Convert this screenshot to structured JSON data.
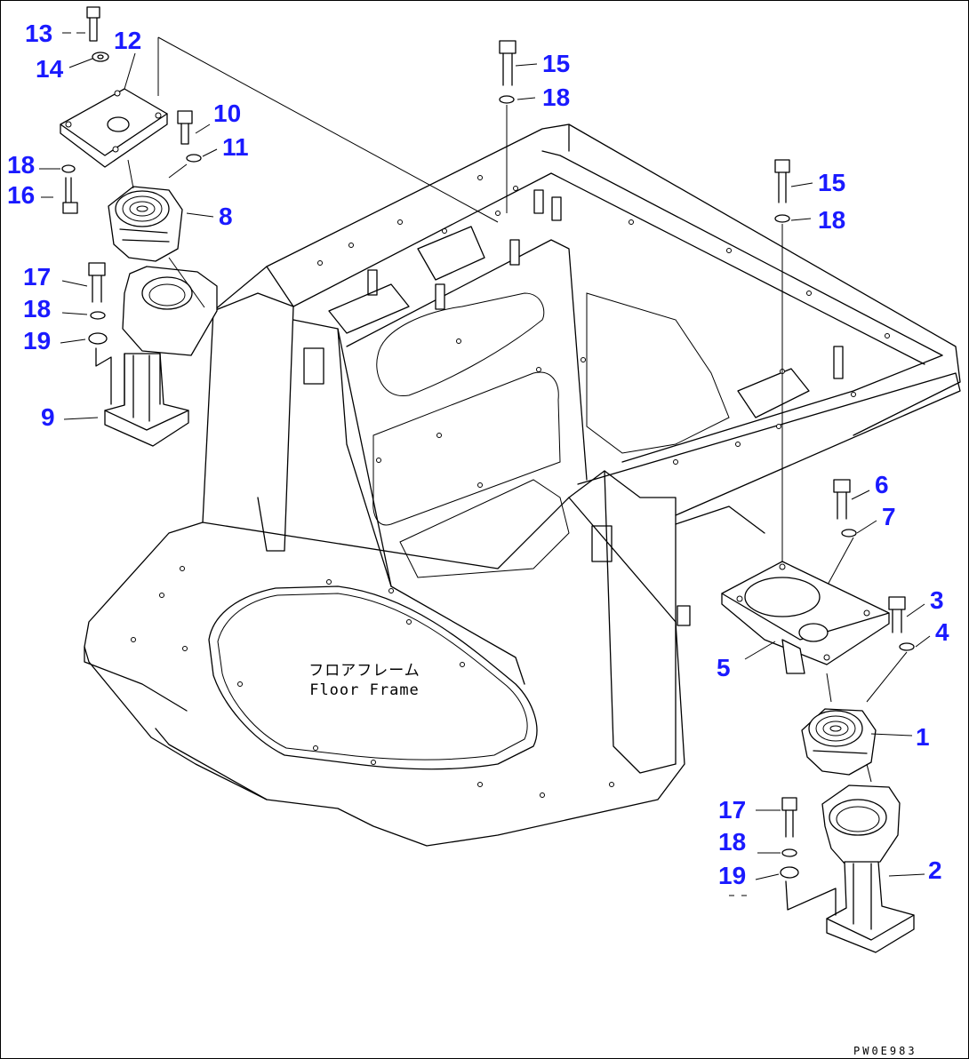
{
  "labels": {
    "l1": "1",
    "l2": "2",
    "l3": "3",
    "l4": "4",
    "l5": "5",
    "l6": "6",
    "l7": "7",
    "l8": "8",
    "l9": "9",
    "l10": "10",
    "l11": "11",
    "l12": "12",
    "l13": "13",
    "l14": "14",
    "l15a": "15",
    "l15b": "15",
    "l16": "16",
    "l17a": "17",
    "l17b": "17",
    "l18a": "18",
    "l18b": "18",
    "l18c": "18",
    "l18d": "18",
    "l18e": "18",
    "l19a": "19",
    "l19b": "19"
  },
  "floor_frame": {
    "japanese": "フロアフレーム",
    "english": "Floor Frame"
  },
  "drawing_code": "PW0E983",
  "colors": {
    "callout": "#1a1aff",
    "linework": "#000000"
  }
}
